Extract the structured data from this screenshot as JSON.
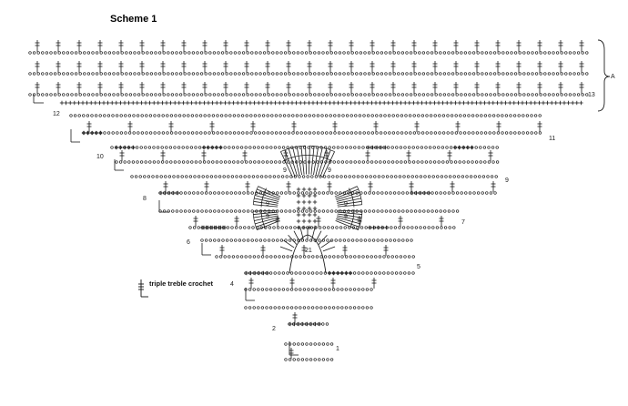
{
  "title": "Scheme 1",
  "legend": {
    "label": "triple treble crochet"
  },
  "repeat_label": "A",
  "row_labels": [
    "1",
    "2",
    "4",
    "5",
    "6",
    "7",
    "8",
    "9",
    "10",
    "11",
    "12",
    "13"
  ],
  "petal_counts": [
    "9",
    "9",
    "9",
    "9",
    "9",
    "9",
    "21"
  ],
  "ink_color": "#1a1a1a"
}
